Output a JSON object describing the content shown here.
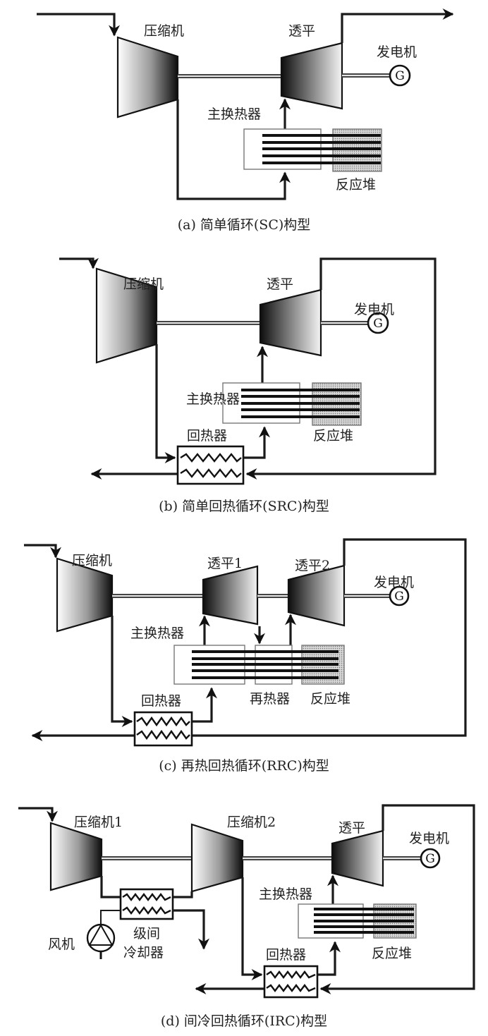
{
  "panels": [
    {
      "id": "a",
      "caption": "(a) 简单循环(SC)构型",
      "labels": {
        "compressor": "压缩机",
        "turbine": "透平",
        "generator": "发电机",
        "main_hx": "主换热器",
        "reactor": "反应堆"
      },
      "generator_symbol": "G"
    },
    {
      "id": "b",
      "caption": "(b) 简单回热循环(SRC)构型",
      "labels": {
        "compressor": "压缩机",
        "turbine": "透平",
        "generator": "发电机",
        "main_hx": "主换热器",
        "reactor": "反应堆",
        "recuperator": "回热器"
      },
      "generator_symbol": "G"
    },
    {
      "id": "c",
      "caption": "(c) 再热回热循环(RRC)构型",
      "labels": {
        "compressor": "压缩机",
        "turbine1": "透平1",
        "turbine2": "透平2",
        "generator": "发电机",
        "main_hx": "主换热器",
        "reheater": "再热器",
        "reactor": "反应堆",
        "recuperator": "回热器"
      },
      "generator_symbol": "G"
    },
    {
      "id": "d",
      "caption": "(d) 间冷回热循环(IRC)构型",
      "labels": {
        "compressor1": "压缩机1",
        "compressor2": "压缩机2",
        "turbine": "透平",
        "generator": "发电机",
        "main_hx": "主换热器",
        "reactor": "反应堆",
        "recuperator": "回热器",
        "fan": "风机",
        "intercooler_line1": "级间",
        "intercooler_line2": "冷却器"
      },
      "generator_symbol": "G"
    }
  ]
}
